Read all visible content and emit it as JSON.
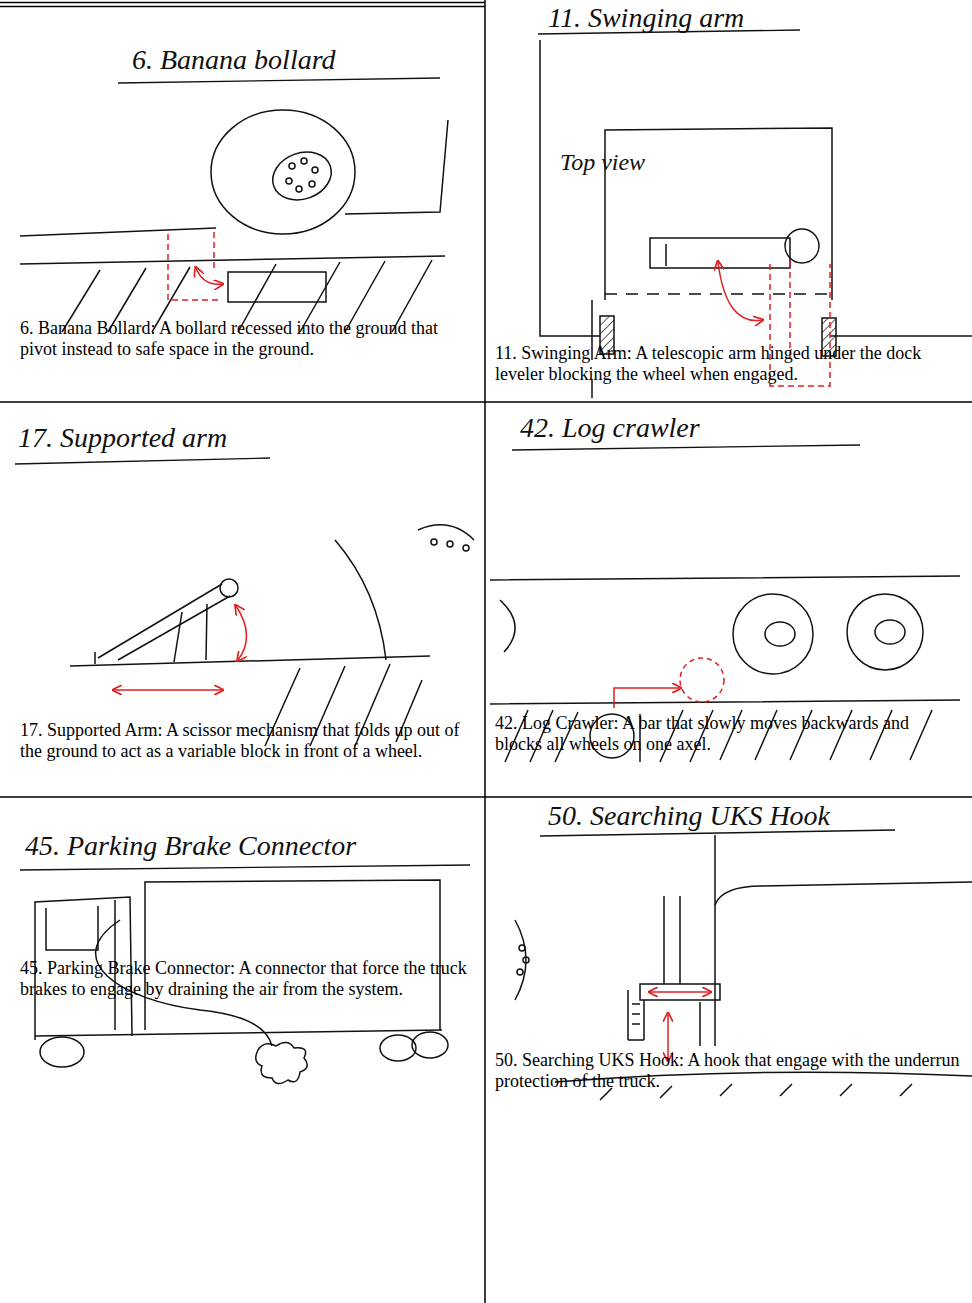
{
  "diagram": {
    "nodes": [
      {
        "text": [
          "6. Banana bollard",
          "6. Banana Bollard: A bollard recessed into the ground that pivot instead to safe space in the ground."
        ]
      },
      {
        "text": [
          "11. Swinging arm",
          "11. Swinging Arm: A telescopic arm hinged under the dock leveler blocking the wheel when engaged."
        ]
      },
      {
        "text": [
          "17. Supported arm",
          "17. Supported Arm: A scissor mechanism that folds up out of the ground to act as a variable block in front of a wheel."
        ]
      },
      {
        "text": [
          "42. Log crawler",
          "42. Log Crawler: A bar that slowly moves backwards and blocks all wheels on one axel."
        ]
      },
      {
        "text": [
          "45. Parking Brake Connector",
          "45. Parking Brake Connector: A connector that force the truck brakes to engage by draining the air from the system."
        ]
      },
      {
        "text": [
          "50. Searching UKS Hook",
          "50. Searching UKS Hook: A hook that engage with the underrun protection of the truck."
        ]
      }
    ],
    "labels": [
      "Top view"
    ]
  }
}
